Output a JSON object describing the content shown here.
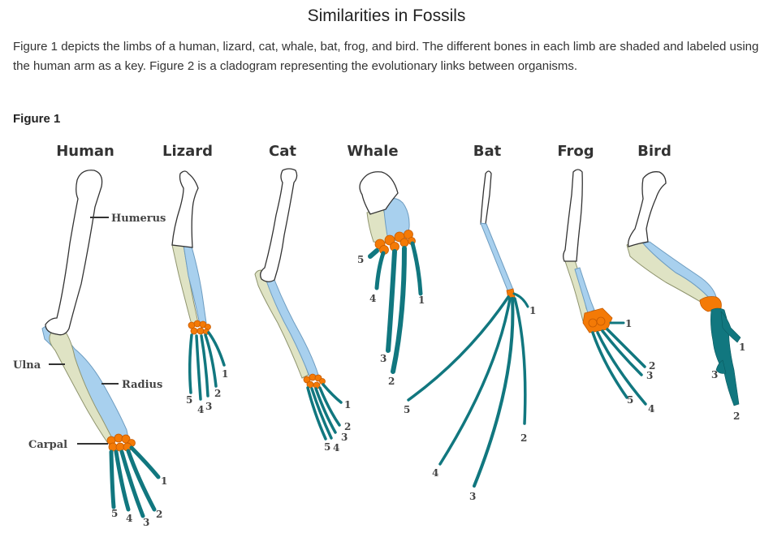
{
  "title": "Similarities in Fossils",
  "intro": "Figure 1 depicts the limbs of a human, lizard, cat, whale, bat, frog, and bird. The different bones in each limb are shaded and labeled using the human arm as a key. Figure 2 is a cladogram representing the evolutionary links between organisms.",
  "figure_label": "Figure 1",
  "colors": {
    "humerus": "#ffffff",
    "ulna": "#dfe3c4",
    "radius": "#a8d0ee",
    "carpal": "#f47a06",
    "digits": "#11777f"
  },
  "organisms": [
    {
      "name": "Human",
      "digit_labels": [
        "1",
        "2",
        "3",
        "4",
        "5"
      ]
    },
    {
      "name": "Lizard",
      "digit_labels": [
        "1",
        "2",
        "3",
        "4",
        "5"
      ]
    },
    {
      "name": "Cat",
      "digit_labels": [
        "1",
        "2",
        "3",
        "4",
        "5"
      ]
    },
    {
      "name": "Whale",
      "digit_labels": [
        "1",
        "2",
        "3",
        "4",
        "5"
      ]
    },
    {
      "name": "Bat",
      "digit_labels": [
        "1",
        "2",
        "3",
        "4",
        "5"
      ]
    },
    {
      "name": "Frog",
      "digit_labels": [
        "1",
        "2",
        "3",
        "4",
        "5"
      ]
    },
    {
      "name": "Bird",
      "digit_labels": [
        "1",
        "2",
        "3"
      ]
    }
  ],
  "bone_labels": {
    "humerus": "Humerus",
    "ulna": "Ulna",
    "radius": "Radius",
    "carpal": "Carpal"
  }
}
